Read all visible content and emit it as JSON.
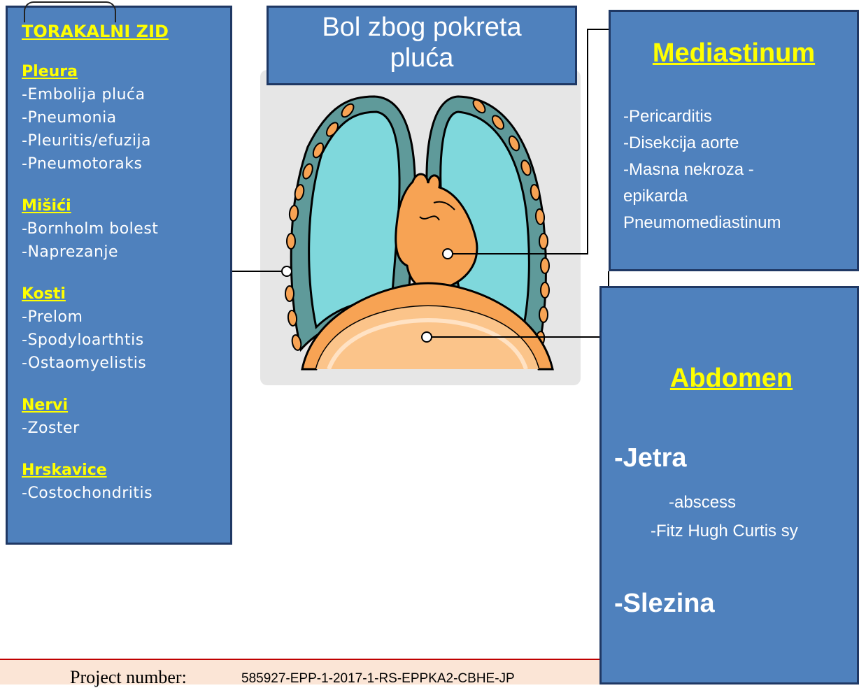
{
  "left_box": {
    "title": "TORAKALNI ZID",
    "sections": [
      {
        "heading": "Pleura",
        "items": [
          "-Embolija pluća",
          "-Pneumonia",
          "-Pleuritis/efuzija",
          "-Pneumotoraks"
        ]
      },
      {
        "heading": "Mišići",
        "items": [
          "-Bornholm bolest",
          "-Naprezanje"
        ]
      },
      {
        "heading": "Kosti",
        "items": [
          "-Prelom",
          "-Spodyloarthtis",
          "-Ostaomyelistis"
        ]
      },
      {
        "heading": "Nervi",
        "items": [
          "-Zoster"
        ]
      },
      {
        "heading": "Hrskavice",
        "items": [
          "-Costochondritis"
        ]
      }
    ]
  },
  "top_box": {
    "line1": "Bol zbog pokreta",
    "line2": "pluća"
  },
  "mediastinum_box": {
    "title": "Mediastinum",
    "items": [
      "-Pericarditis",
      "-Disekcija aorte",
      "-Masna nekroza -",
      "epikarda",
      "Pneumomediastinum"
    ]
  },
  "abdomen_box": {
    "title": "Abdomen",
    "jetra": "-Jetra",
    "jetra_items": [
      "-abscess",
      "-Fitz Hugh Curtis sy"
    ],
    "slezina": "-Slezina"
  },
  "footer": {
    "label": "Project number:",
    "number": "585927-EPP-1-2017-1-RS-EPPKA2-CBHE-JP"
  },
  "colors": {
    "box_fill": "#4f81bd",
    "box_border": "#1f3864",
    "heading": "#ffff00",
    "lung": "#7fd8dc",
    "pleura": "#5f9a9a",
    "heart": "#f7a354",
    "footer_fill": "#fbe5d6",
    "footer_rule": "#c00000"
  }
}
